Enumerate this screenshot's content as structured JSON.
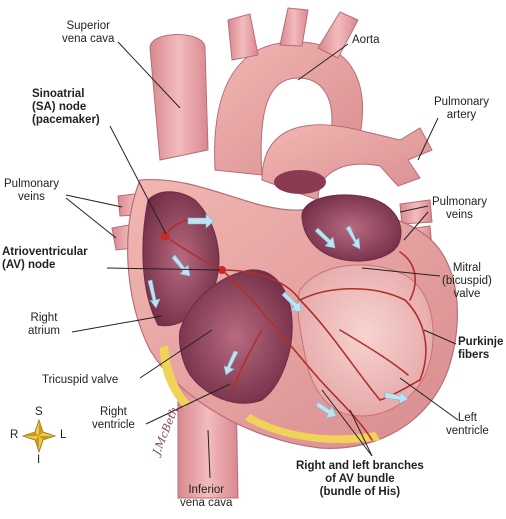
{
  "labels": {
    "superior_vena_cava": [
      "Superior",
      "vena cava"
    ],
    "aorta": [
      "Aorta"
    ],
    "sa_node": [
      "Sinoatrial",
      "(SA) node",
      "(pacemaker)"
    ],
    "pulmonary_artery": [
      "Pulmonary",
      "artery"
    ],
    "pulmonary_veins_left": [
      "Pulmonary",
      "veins"
    ],
    "pulmonary_veins_right": [
      "Pulmonary",
      "veins"
    ],
    "av_node": [
      "Atrioventricular",
      "(AV) node"
    ],
    "mitral_valve": [
      "Mitral",
      "(bicuspid)",
      "valve"
    ],
    "right_atrium": [
      "Right",
      "atrium"
    ],
    "purkinje_fibers": [
      "Purkinje",
      "fibers"
    ],
    "tricuspid_valve": [
      "Tricuspid valve"
    ],
    "right_ventricle": [
      "Right",
      "ventricle"
    ],
    "left_ventricle": [
      "Left",
      "ventricle"
    ],
    "av_bundle": [
      "Right and left branches",
      "of AV bundle",
      "(bundle of His)"
    ],
    "inferior_vena_cava": [
      "Inferior",
      "vena cava"
    ]
  },
  "compass": {
    "north": "S",
    "south": "I",
    "west": "R",
    "east": "L"
  },
  "signature": "J.McBeth",
  "colors": {
    "muscle": "#e8a2a2",
    "muscle_dark": "#c9707a",
    "chamber": "#8c3a52",
    "conduction": "#b0302a",
    "fat": "#f2d35a",
    "vessel": "#e9a7a8",
    "arrow": "#bfe3f2",
    "leader": "#222222"
  }
}
